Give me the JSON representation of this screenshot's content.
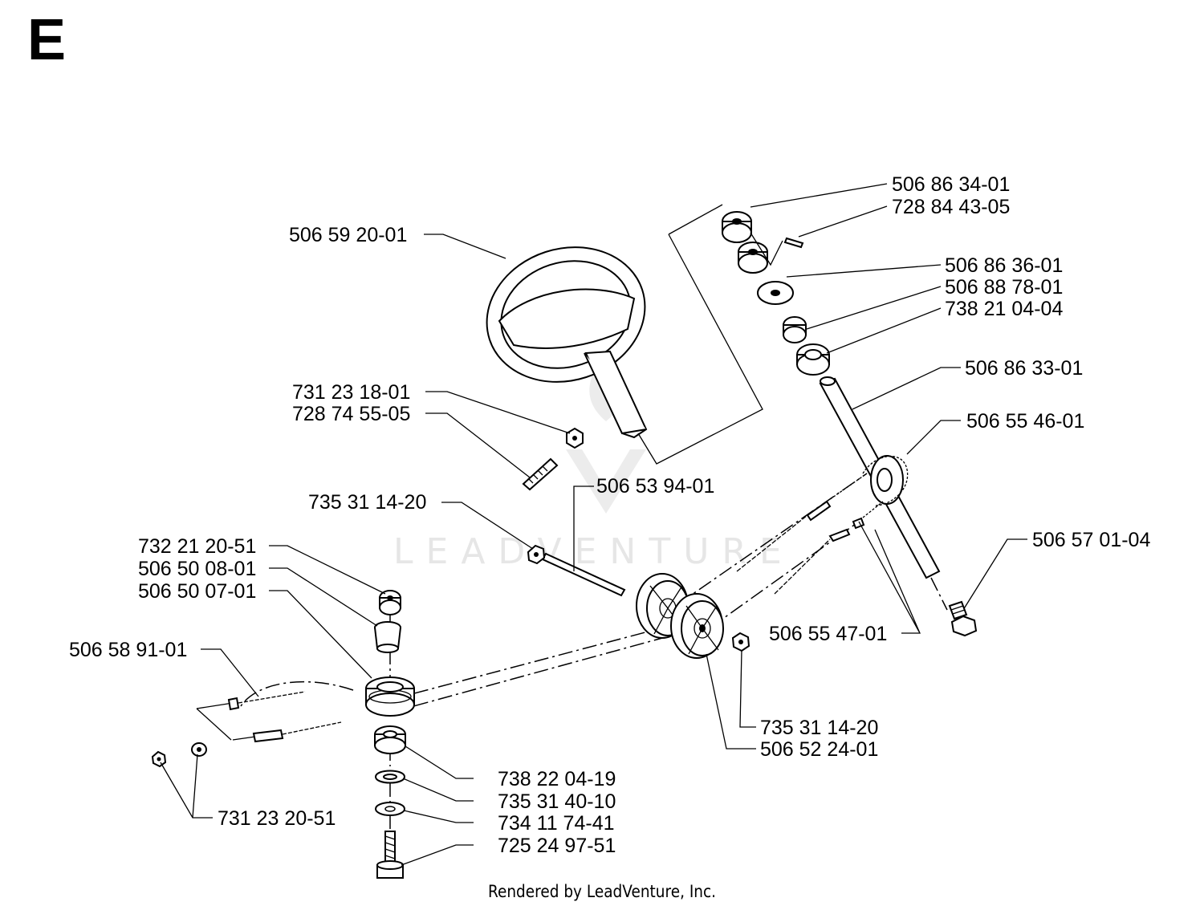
{
  "section": "E",
  "footer": "Rendered by LeadVenture, Inc.",
  "watermark": "LEADVENTURE",
  "parts": [
    "506 59 20-01",
    "731 23 18-01",
    "728 74 55-05",
    "735 31 14-20",
    "506 53 94-01",
    "732 21 20-51",
    "506 50 08-01",
    "506 50 07-01",
    "506 58 91-01",
    "731 23 20-51",
    "738 22 04-19",
    "735 31 40-10",
    "734 11 74-41",
    "725 24 97-51",
    "506 86 34-01",
    "728 84 43-05",
    "506 86 36-01",
    "506 88 78-01",
    "738 21 04-04",
    "506 86 33-01",
    "506 55 46-01",
    "506 57 01-04",
    "506 55 47-01",
    "735 31 14-20",
    "506 52 24-01"
  ]
}
